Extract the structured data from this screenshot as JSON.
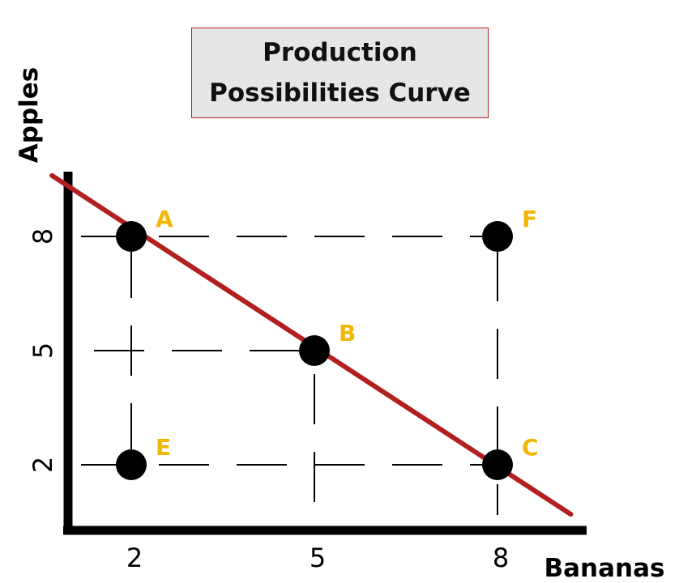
{
  "chart_data": {
    "type": "line",
    "title_lines": [
      "Production",
      "Possibilities Curve"
    ],
    "xlabel": "Bananas",
    "ylabel": "Apples",
    "x_ticks": [
      2,
      5,
      8
    ],
    "y_ticks": [
      2,
      5,
      8
    ],
    "curve": {
      "color": "#b21f1f",
      "x": [
        0.7,
        9.2
      ],
      "y": [
        9.6,
        0.7
      ]
    },
    "points": [
      {
        "label": "A",
        "x": 2,
        "y": 8
      },
      {
        "label": "B",
        "x": 5,
        "y": 5
      },
      {
        "label": "C",
        "x": 8,
        "y": 2
      },
      {
        "label": "E",
        "x": 2,
        "y": 2
      },
      {
        "label": "F",
        "x": 8,
        "y": 8
      }
    ],
    "point_label_color": "#f2b705",
    "grid": "dashed guide lines at x and y of 2, 5, 8"
  }
}
